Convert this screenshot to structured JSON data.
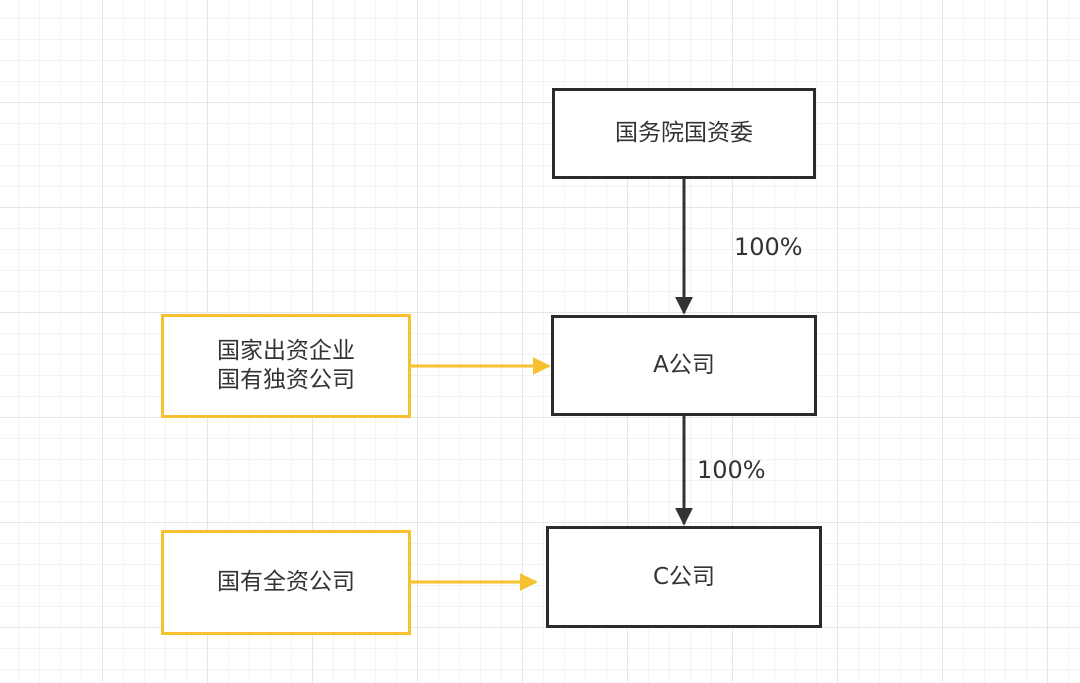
{
  "nodes": {
    "sasac": {
      "label": "国务院国资委"
    },
    "company_a": {
      "label": "A公司"
    },
    "company_c": {
      "label": "C公司"
    },
    "note_a": {
      "label": "国家出资企业\n国有独资公司"
    },
    "note_c": {
      "label": "国有全资公司"
    }
  },
  "edges": {
    "sasac_to_a": {
      "label": "100%"
    },
    "a_to_c": {
      "label": "100%"
    }
  },
  "colors": {
    "entity_border": "#2b2b2b",
    "annotation_border": "#f7c02e",
    "annotation_arrow": "#f7c02e",
    "ownership_arrow": "#333333"
  }
}
